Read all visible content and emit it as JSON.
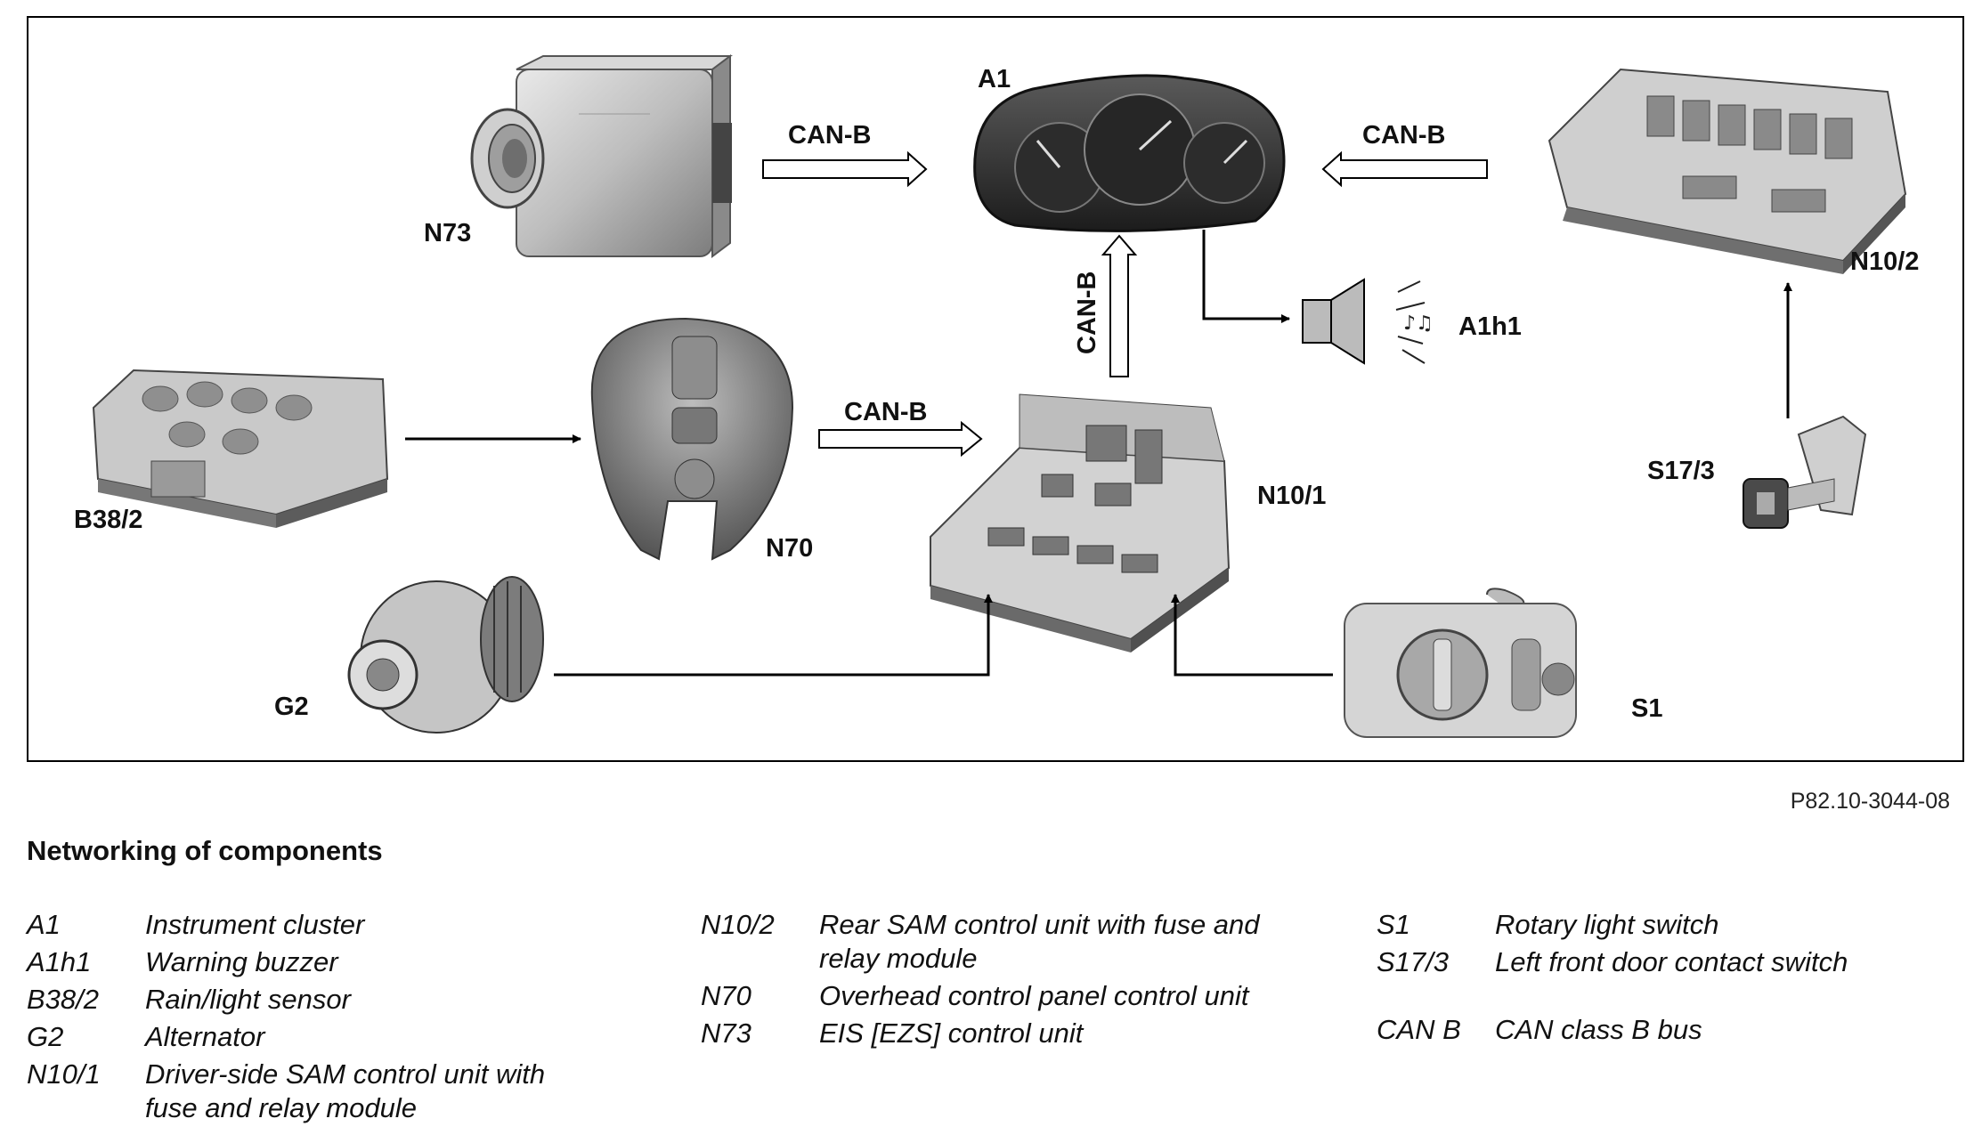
{
  "diagram": {
    "bus_label": "CAN-B",
    "components": {
      "A1": "A1",
      "A1h1": "A1h1",
      "N73": "N73",
      "N10_2": "N10/2",
      "N10_1": "N10/1",
      "N70": "N70",
      "B38_2": "B38/2",
      "G2": "G2",
      "S1": "S1",
      "S17_3": "S17/3"
    }
  },
  "reference": "P82.10-3044-08",
  "caption": "Networking of components",
  "legend": [
    [
      {
        "code": "A1",
        "desc": "Instrument cluster"
      },
      {
        "code": "A1h1",
        "desc": "Warning buzzer"
      },
      {
        "code": "B38/2",
        "desc": "Rain/light sensor"
      },
      {
        "code": "G2",
        "desc": "Alternator"
      },
      {
        "code": "N10/1",
        "desc": "Driver-side SAM control unit with fuse and relay module"
      }
    ],
    [
      {
        "code": "N10/2",
        "desc": "Rear SAM control unit with fuse and relay module"
      },
      {
        "code": "N70",
        "desc": "Overhead control panel control unit"
      },
      {
        "code": "N73",
        "desc": "EIS [EZS] control unit"
      }
    ],
    [
      {
        "code": "S1",
        "desc": "Rotary light switch"
      },
      {
        "code": "S17/3",
        "desc": "Left front door contact switch"
      },
      {
        "code": "CAN B",
        "desc": "CAN class B bus"
      }
    ]
  ]
}
